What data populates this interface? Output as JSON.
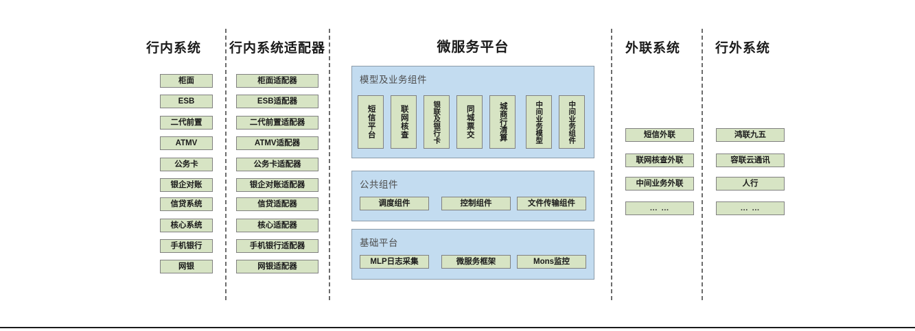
{
  "diagram": {
    "title_internal": "行内系统",
    "colors": {
      "node_fill": "#d7e4c4",
      "node_border": "#7f7f7f",
      "panel_fill": "#c3dcf0",
      "panel_border": "#8a9aa8",
      "divider": "#6b6b6b",
      "title_text": "#1a1a1a",
      "panel_label_text": "#4d4d4d"
    },
    "columns": [
      {
        "key": "internal_systems",
        "title": "行内系统",
        "items": [
          "柜面",
          "ESB",
          "二代前置",
          "ATMV",
          "公务卡",
          "银企对账",
          "信贷系统",
          "核心系统",
          "手机银行",
          "网银"
        ]
      },
      {
        "key": "internal_adapters",
        "title": "行内系统适配器",
        "items": [
          "柜面适配器",
          "ESB适配器",
          "二代前置适配器",
          "ATMV适配器",
          "公务卡适配器",
          "银企对账适配器",
          "信贷适配器",
          "核心适配器",
          "手机银行适配器",
          "网银适配器"
        ]
      },
      {
        "key": "external_link_systems",
        "title": "外联系统",
        "items": [
          "短信外联",
          "联网核查外联",
          "中间业务外联",
          "… …"
        ]
      },
      {
        "key": "outside_bank_systems",
        "title": "行外系统",
        "items": [
          "鸿联九五",
          "容联云通讯",
          "人行",
          "… …"
        ]
      }
    ],
    "platform": {
      "title": "微服务平台",
      "sections": [
        {
          "key": "model_business_components",
          "label": "模型及业务组件",
          "orientation": "vertical",
          "items": [
            "短信平台",
            "联网核查",
            "银联及银行卡",
            "同城票交",
            "城商行清算",
            "中间业务模型",
            "中间业务组件"
          ]
        },
        {
          "key": "public_components",
          "label": "公共组件",
          "orientation": "horizontal",
          "items": [
            "调度组件",
            "控制组件",
            "文件传输组件"
          ]
        },
        {
          "key": "base_platform",
          "label": "基础平台",
          "orientation": "horizontal",
          "items": [
            "MLP日志采集",
            "微服务框架",
            "Mons监控"
          ]
        }
      ]
    }
  }
}
